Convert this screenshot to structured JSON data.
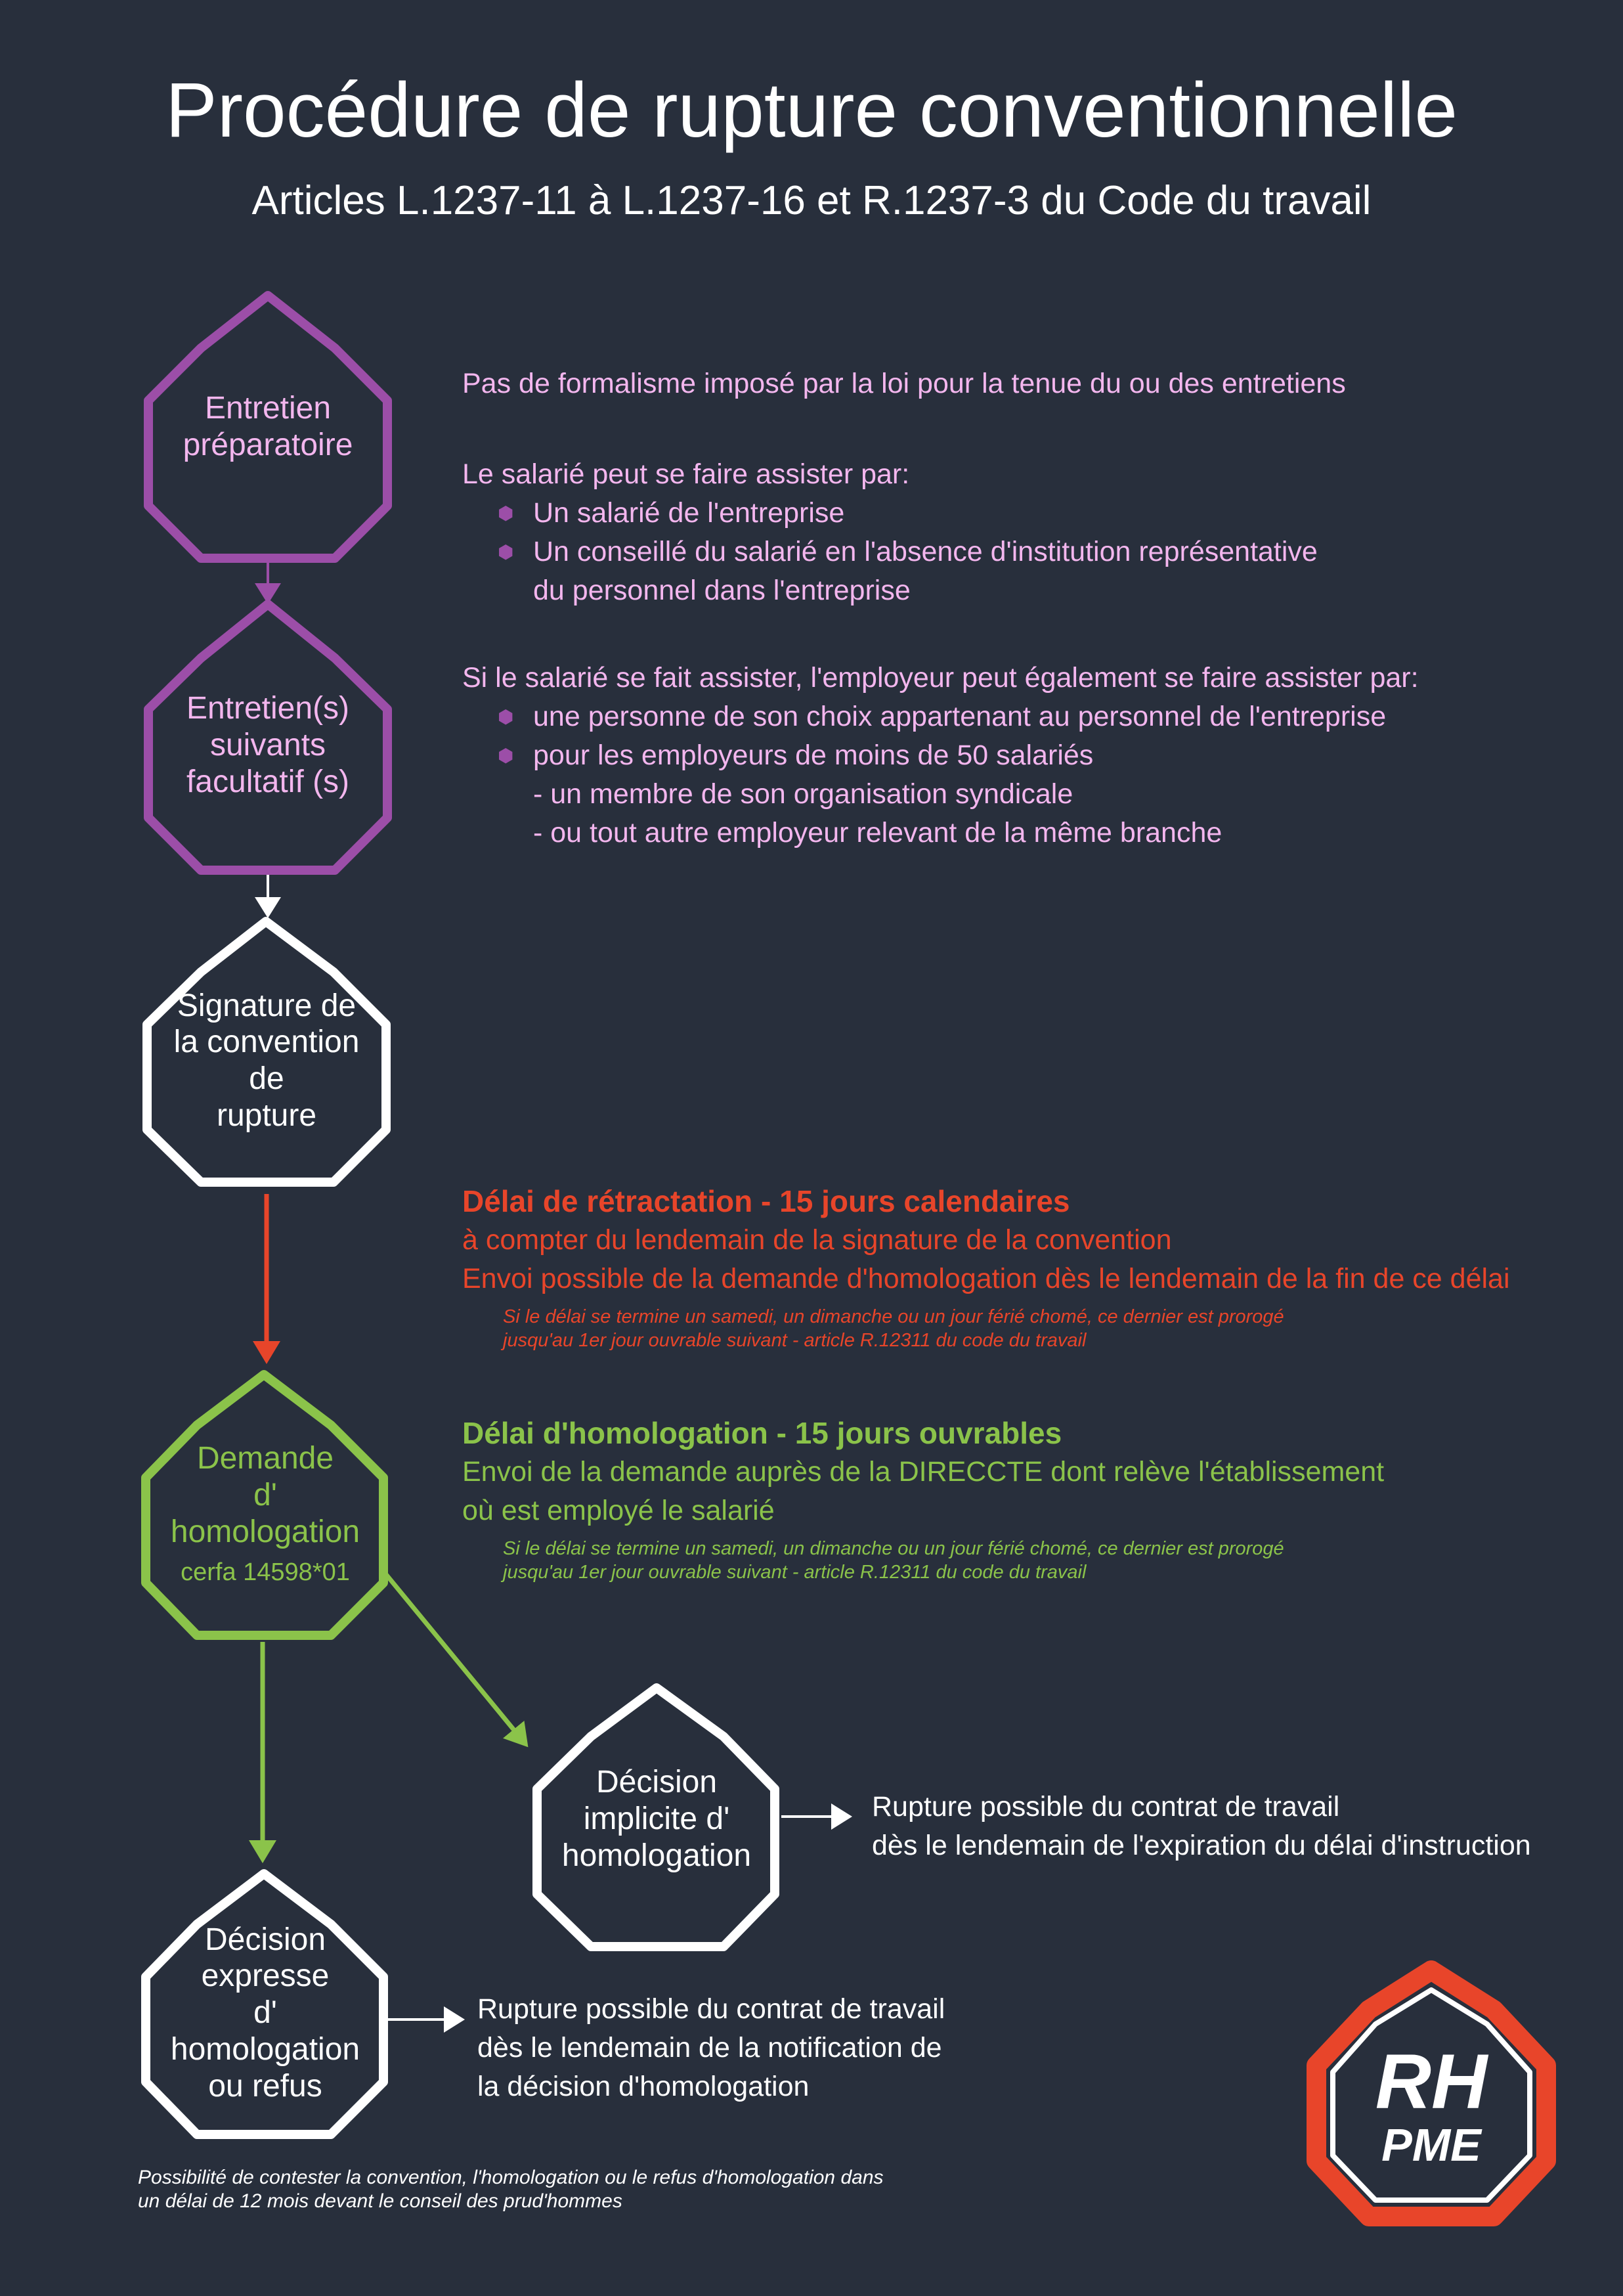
{
  "header": {
    "title": "Procédure de rupture conventionnelle",
    "subtitle": "Articles L.1237-11 à L.1237-16 et R.1237-3 du Code du travail"
  },
  "steps": {
    "entretien_prep": [
      "Entretien",
      "préparatoire"
    ],
    "entretiens_suivants": [
      "Entretien(s)",
      "suivants",
      "facultatif (s)"
    ],
    "signature": [
      "Signature de",
      "la convention",
      "de",
      "rupture"
    ],
    "demande": [
      "Demande",
      "d'",
      "homologation"
    ],
    "demande_cerfa": "cerfa 14598*01",
    "decision_implicite": [
      "Décision",
      "implicite d'",
      "homologation"
    ],
    "decision_expresse": [
      "Décision",
      "expresse",
      "d'",
      "homologation",
      "ou refus"
    ]
  },
  "entretien_info": {
    "formalisme": "Pas de formalisme imposé par la loi pour la tenue du ou des entretiens",
    "salarie_intro": "Le salarié peut se faire assister par:",
    "salarie_opt1": "Un salarié de l'entreprise",
    "salarie_opt2_l1": "Un conseillé du salarié en l'absence d'institution représentative",
    "salarie_opt2_l2": "du personnel dans l'entreprise",
    "employeur_intro": "Si le salarié se fait assister, l'employeur peut également se faire assister par:",
    "employeur_opt1": "une personne de son choix appartenant au personnel de l'entreprise",
    "employeur_opt2": "pour les employeurs de moins de 50 salariés",
    "employeur_sub1": "- un membre de son organisation syndicale",
    "employeur_sub2": "- ou tout autre employeur relevant de la même branche"
  },
  "retractation": {
    "heading": "Délai de rétractation - 15 jours calendaires",
    "line1": "à compter du lendemain de la signature de la convention",
    "line2": "Envoi possible de la demande d'homologation dès le lendemain de la fin de ce délai",
    "note1": "Si le délai se termine un samedi, un dimanche ou un jour férié chomé, ce dernier est prorogé",
    "note2": "jusqu'au 1er jour ouvrable suivant - article R.12311 du code du travail"
  },
  "homologation": {
    "heading": "Délai d'homologation - 15 jours ouvrables",
    "line1": "Envoi de la demande  auprès de la  DIRECCTE dont relève l'établissement",
    "line2": "où est employé le salarié",
    "note1": "Si le délai se termine un samedi, un dimanche ou un jour férié chomé, ce dernier est prorogé",
    "note2": "jusqu'au 1er jour ouvrable suivant - article R.12311 du code du travail"
  },
  "implicite_result": {
    "line1": "Rupture possible du contrat de travail",
    "line2": "dès le lendemain de l'expiration du délai d'instruction"
  },
  "expresse_result": {
    "line1": "Rupture possible du contrat de travail",
    "line2": "dès le lendemain de la notification de",
    "line3": "la décision d'homologation"
  },
  "footnote": {
    "line1": "Possibilité de contester la convention, l'homologation ou le refus d'homologation dans",
    "line2": "un délai de 12 mois devant le conseil des prud'hommes"
  },
  "logo": {
    "line1": "RH",
    "line2": "PME"
  },
  "colors": {
    "background": "#282f3c",
    "purple": "#9c4ea8",
    "pink_text": "#f3b6ee",
    "red": "#e8452a",
    "green": "#8bc34a",
    "white": "#ffffff"
  }
}
